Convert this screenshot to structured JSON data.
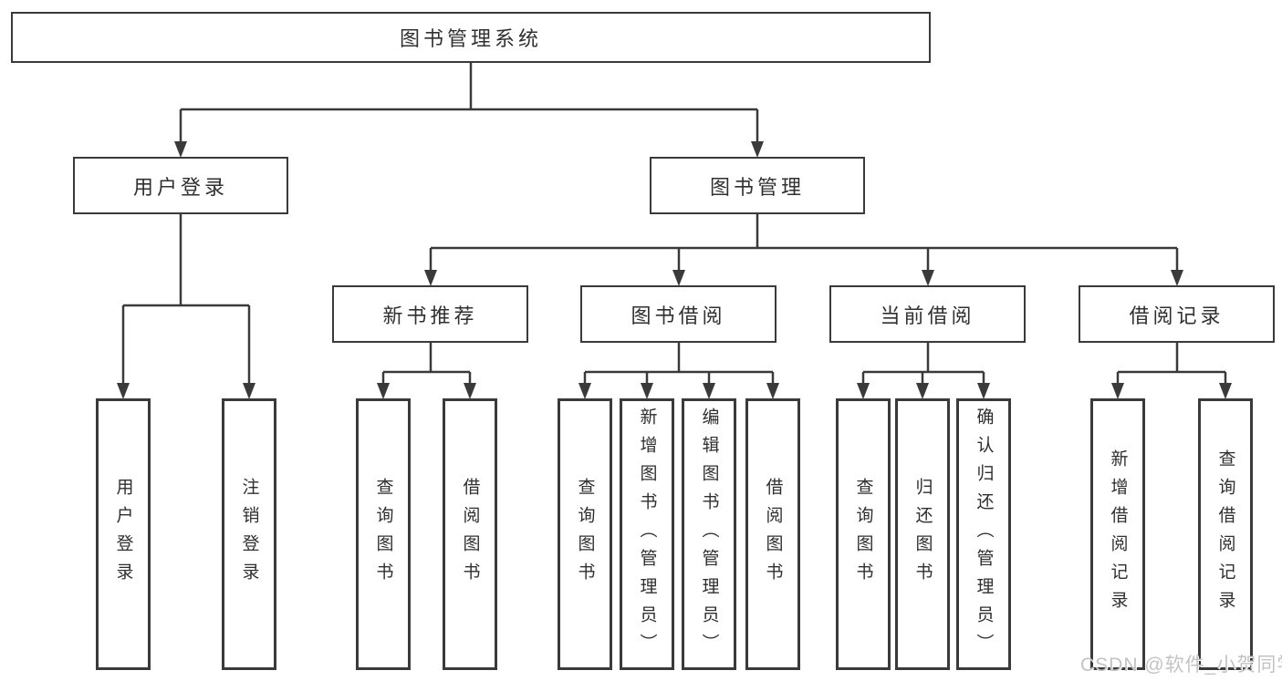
{
  "diagram": {
    "type": "hierarchy",
    "root": {
      "label": "图书管理系统"
    },
    "branches": [
      {
        "label": "用户登录",
        "children": [
          {
            "label": "用户登录"
          },
          {
            "label": "注销登录"
          }
        ]
      },
      {
        "label": "图书管理",
        "children": [
          {
            "label": "新书推荐",
            "children": [
              {
                "label": "查询图书"
              },
              {
                "label": "借阅图书"
              }
            ]
          },
          {
            "label": "图书借阅",
            "children": [
              {
                "label": "查询图书"
              },
              {
                "label": "新增图书（管理员）"
              },
              {
                "label": "编辑图书（管理员）"
              },
              {
                "label": "借阅图书"
              }
            ]
          },
          {
            "label": "当前借阅",
            "children": [
              {
                "label": "查询图书"
              },
              {
                "label": "归还图书"
              },
              {
                "label": "确认归还（管理员）"
              }
            ]
          },
          {
            "label": "借阅记录",
            "children": [
              {
                "label": "新增借阅记录"
              },
              {
                "label": "查询借阅记录"
              }
            ]
          }
        ]
      }
    ]
  },
  "watermark": {
    "text": "CSDN @软件_小贺同学"
  },
  "colors": {
    "line": "#3a3a3a",
    "border": "#3a3a3a",
    "text": "#2f2f2f",
    "background": "#ffffff",
    "watermark": "#c3c3c3"
  }
}
